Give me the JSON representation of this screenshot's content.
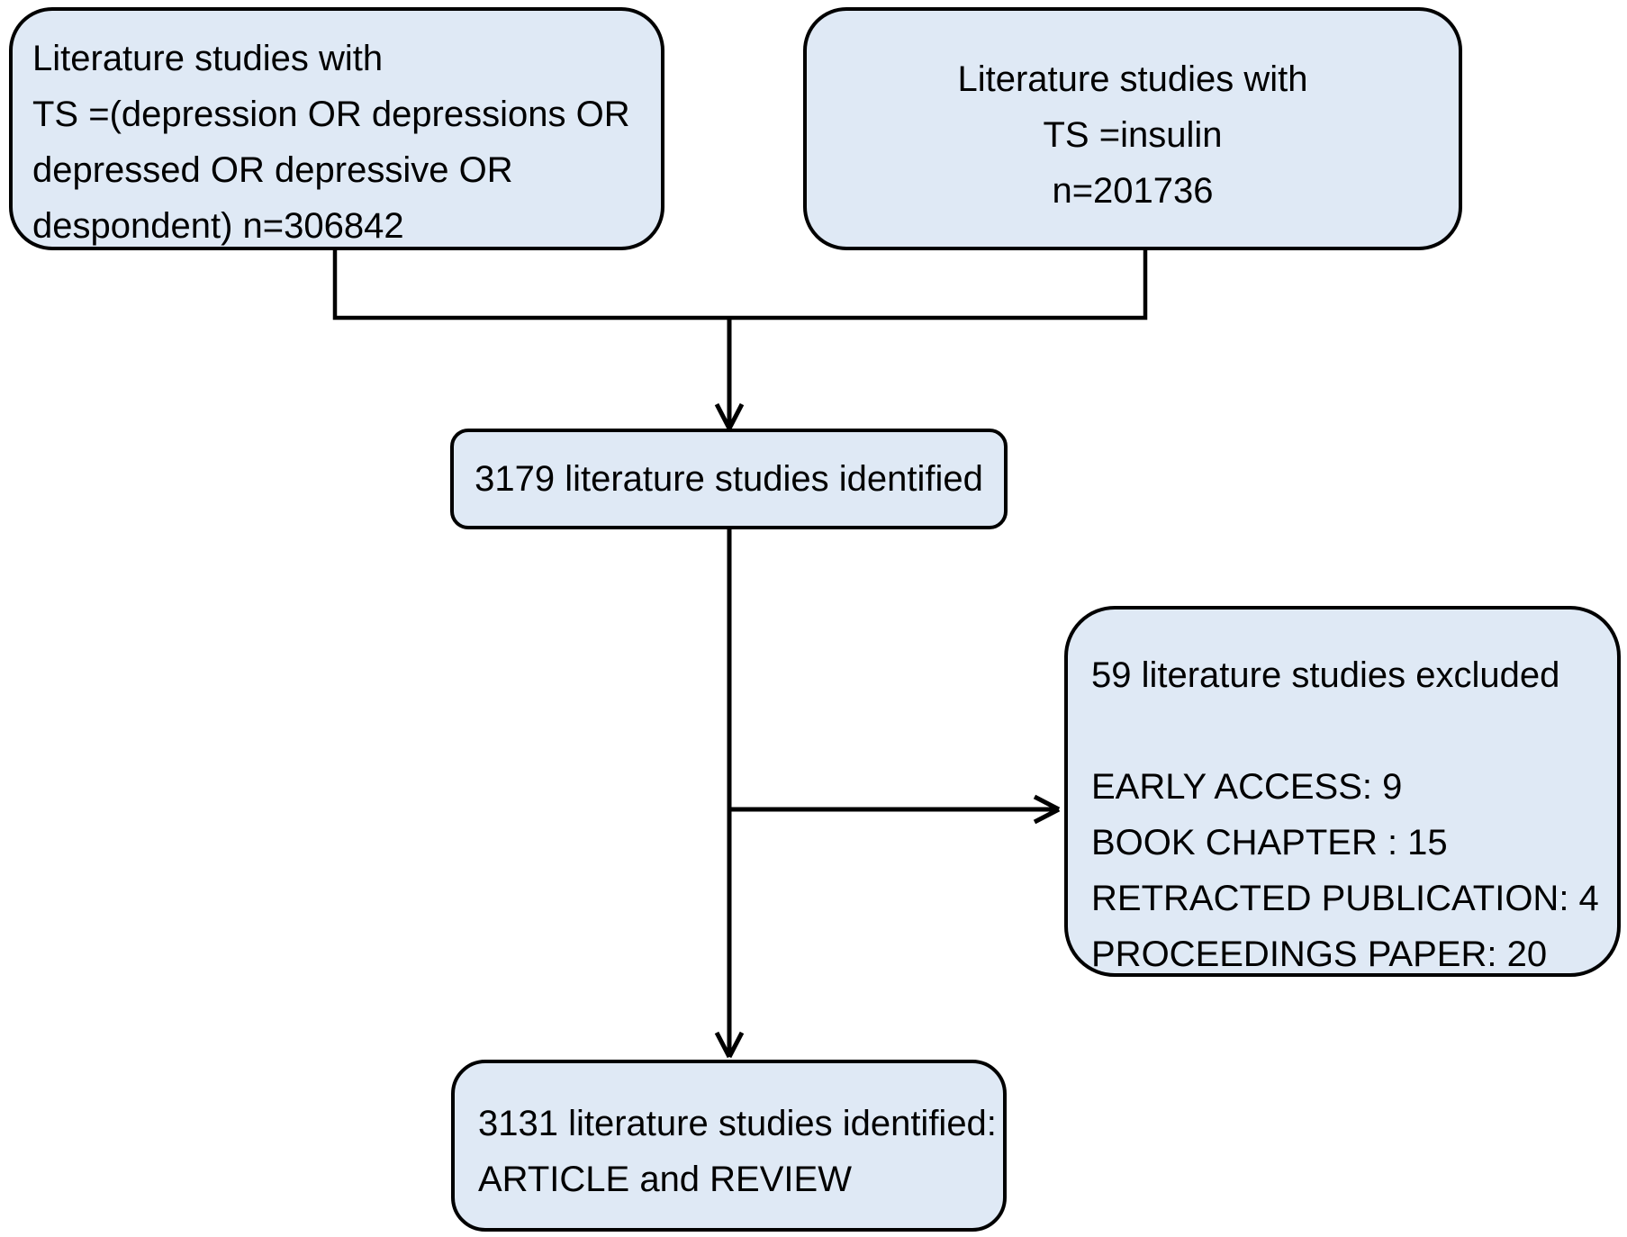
{
  "diagram": {
    "box_depression": {
      "lines": [
        "Literature studies with",
        "TS =(depression OR depressions OR",
        "depressed OR depressive OR",
        "despondent) n=306842"
      ]
    },
    "box_insulin": {
      "lines": [
        "Literature studies with",
        "TS =insulin",
        "n=201736"
      ]
    },
    "box_identified": {
      "label": "3179 literature studies identified"
    },
    "box_excluded": {
      "title": "59 literature studies excluded",
      "items": [
        "EARLY ACCESS: 9",
        "BOOK CHAPTER : 15",
        "RETRACTED PUBLICATION: 4",
        "PROCEEDINGS PAPER: 20"
      ]
    },
    "box_final": {
      "lines": [
        "3131 literature studies identified:",
        "ARTICLE and REVIEW"
      ]
    },
    "colors": {
      "box_fill": "#dfe9f5",
      "box_border": "#000000",
      "line": "#000000",
      "background": "#ffffff"
    }
  }
}
